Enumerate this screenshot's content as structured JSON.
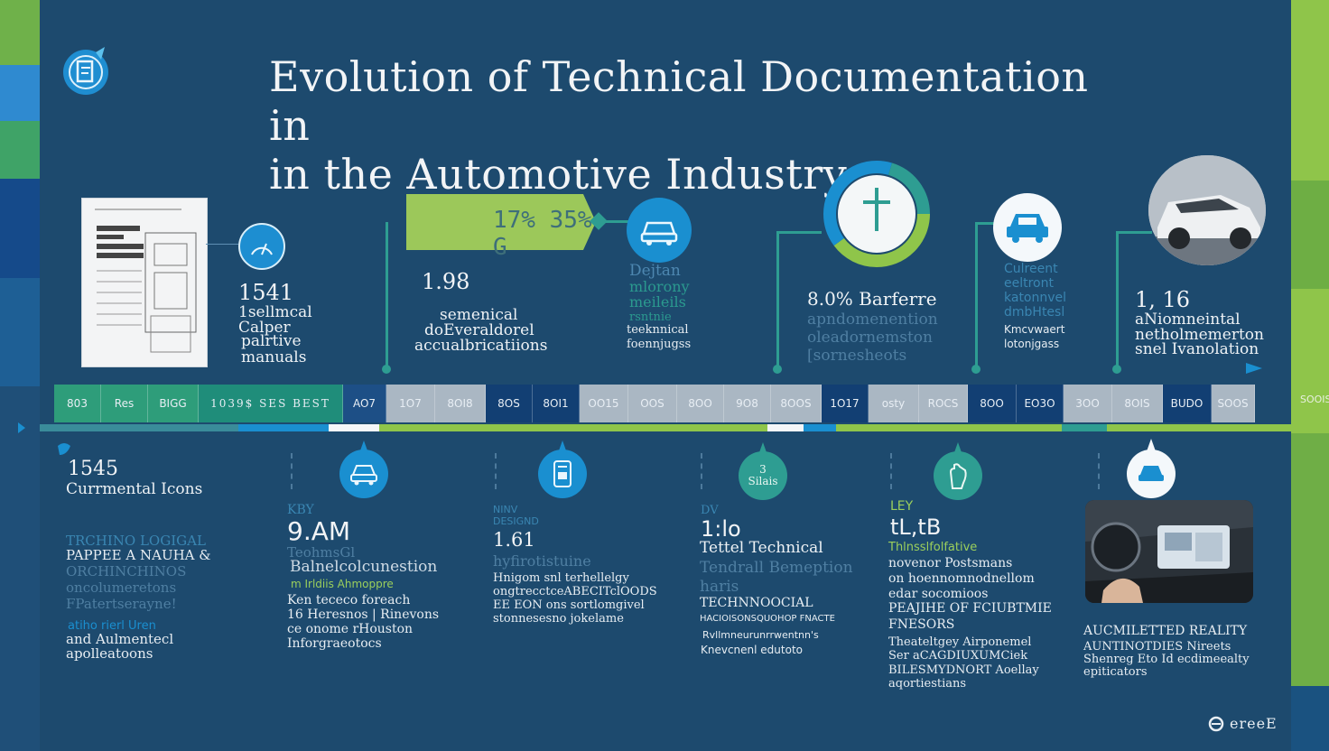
{
  "header": {
    "title_line1": "Evolution of Technical Documentation in",
    "title_line2": "in the Automotive Industry"
  },
  "colors": {
    "background": "#1d4a6e",
    "accent_green": "#8fc54a",
    "accent_teal": "#2e9d92",
    "accent_blue": "#1a8fd0"
  },
  "top_items": [
    {
      "year": "1541",
      "lines": [
        "1sellmcal",
        "Calper",
        "palrtive",
        "manuals"
      ]
    },
    {
      "year": "1.98",
      "lines": [
        "semenical",
        "doEveraldorel",
        "accualbricatiions"
      ],
      "banner": "17% 35% G"
    },
    {
      "lines": [
        "Dejtan",
        "mlorony",
        "meileils",
        "rsntnie",
        "teeknnical",
        "foennjugss"
      ]
    },
    {
      "year": "8.0% Barferre",
      "lines": [
        "apndomenention",
        "oleadornemston",
        "[sornesheots"
      ]
    },
    {
      "lines": [
        "Culreent",
        "eeltront",
        "katonnvel",
        "dmbHtesl",
        "Kmcvwaert",
        "lotonjgass"
      ]
    },
    {
      "year": "1, 16",
      "lines": [
        "aNiomneintal",
        "netholmemerton",
        "snel Ivanolation"
      ]
    }
  ],
  "timeline": [
    "803",
    "Res",
    "BIGG",
    "1039$ SES BEST",
    "AO7",
    "1O7",
    "8OI8",
    "8OS",
    "8OI1",
    "OO15",
    "OOS",
    "8OO",
    "9O8",
    "8OOS",
    "1O17",
    "osty",
    "ROCS",
    "8OO",
    "EO3O",
    "3OO",
    "8OIS",
    "BUDO",
    "SOOS"
  ],
  "right_edge_label": "SOOIS",
  "bottom_items": [
    {
      "year": "1545",
      "title": "Currmental Icons",
      "lines_teal": [
        "TRCHINO LOGIGAL"
      ],
      "lines_white": [
        "PAPPEE A NAUHA &"
      ],
      "lines_dim": [
        "ORCHINCHINOS",
        "oncolumeretons",
        "FPatertserayne!"
      ],
      "lines_blue": [
        "atiho rierl Uren"
      ],
      "lines_end": [
        "and Aulmentecl",
        "apolleatoons"
      ]
    },
    {
      "kicker": "KBY",
      "year": "9.AM",
      "dim": "TeohmsGl",
      "sub": "Balnelcolcunestion",
      "green": "m Irldiis Ahmoppre",
      "lines": [
        "Ken tececo foreach",
        "16 Heresnos | Rinevons",
        "ce onome rHouston",
        "Inforgraeotocs"
      ]
    },
    {
      "kicker": "NINV DESIGND",
      "year": "1.61",
      "dim": "hyfirotistuine",
      "lines": [
        "Hnigom snl terhellelgy",
        "ongtrecctceABECITclOODS",
        "EE EON ons sortlomgivel",
        "stonnesesno jokelame"
      ]
    },
    {
      "kicker": "DV",
      "year": "1:lo",
      "sub": "Tettel Technical",
      "dim1": "Tendrall Bemeption",
      "dim2": "haris",
      "caps": "TECHNNOOCIAL",
      "lines": [
        "HACIOISONSQUOHOP FNACTE",
        "Rvllmneurunrrwentnn's",
        "Knevcnenl edutoto"
      ],
      "badge": "3 Silais"
    },
    {
      "kicker": "LEY",
      "year": "tL,tB",
      "green": "Thlnsslfolfative",
      "lines_a": [
        "novenor Postsmans",
        "on hoennomnodnellom",
        "edar socomioos"
      ],
      "caps": "PEAJIHE OF FCIUBTMIE",
      "caps2": "FNESORS",
      "lines_b": [
        "Theateltgey Airponemel",
        "Ser aCAGDIUXUMCiek",
        "BILESMYDNORT Aoellay",
        "aqortiestians"
      ]
    },
    {
      "title": "AUCMILETTED REALITY",
      "lines": [
        "AUNTINOTDIES Nireets",
        "Shenreg Eto Id ecdimeealty",
        "epiticators"
      ]
    }
  ],
  "footer": {
    "brand": "ereeE"
  }
}
